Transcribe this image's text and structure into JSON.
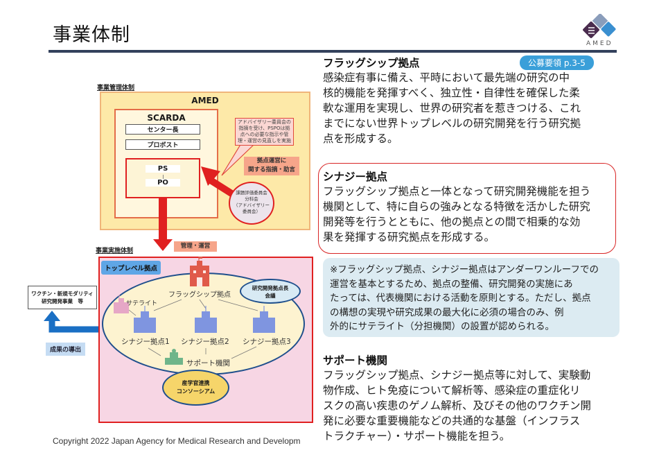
{
  "header": {
    "title": "事業体制",
    "logo_text": "AMED",
    "colors": {
      "rule": "#33415c",
      "logo_dark": "#4a2c4e",
      "logo_blue": "#3a8fd0",
      "logo_gray": "#8a9dbb"
    }
  },
  "diagram": {
    "management_label": "事業管理体制",
    "amed_label": "AMED",
    "scarda_label": "SCARDA",
    "center_director": "センター長",
    "provost": "プロボスト",
    "ps_label": "PS",
    "po_label": "PO",
    "callout_text": "アドバイザリー委員会の指摘を受け、PSPOは拠点への必要な指示や管理・運営の見直しを実施",
    "guidance_label_line1": "拠点運営に",
    "guidance_label_line2": "関する指摘・助言",
    "eval_committee_lines": [
      "課題評価委員会",
      "分科会",
      "（アドバイザリー",
      "委員会）"
    ],
    "management_ops_label": "管理・運営",
    "implementation_label": "事業実施体制",
    "top_level_label": "トップレベル拠点",
    "flagship_label": "フラッグシップ拠点",
    "meeting_lines": [
      "研究開発拠点長",
      "会議"
    ],
    "satellite_label": "サテライト",
    "synergy_nodes": [
      "シナジー拠点1",
      "シナジー拠点2",
      "シナジー拠点3"
    ],
    "support_label": "サポート機関",
    "consortium_lines": [
      "産学官連携",
      "コンソーシアム"
    ],
    "external_lines": [
      "ワクチン・新規モダリティ",
      "研究開発事業　等"
    ],
    "results_label": "成果の導出",
    "colors": {
      "red": "#e02020",
      "blue": "#1f4f8c",
      "arrow_blue": "#1a6fc4",
      "flagship": "#e05a4a",
      "synergy": "#7f95e0",
      "satellite": "#e6a7c6",
      "support": "#6fb58a"
    }
  },
  "right": {
    "badge": "公募要領 p.3-5",
    "flagship": {
      "heading": "フラッグシップ拠点",
      "lines": [
        "感染症有事に備え、平時において最先端の研究の中",
        "核的機能を発揮すべく、独立性・自律性を確保した柔",
        "軟な運用を実現し、世界の研究者を惹きつける、これ",
        "までにない世界トップレベルの研究開発を行う研究拠",
        "点を形成する。"
      ]
    },
    "synergy": {
      "heading": "シナジー拠点",
      "lines": [
        "フラッグシップ拠点と一体となって研究開発機能を担う",
        "機関として、特に自らの強みとなる特徴を活かした研究",
        "開発等を行うとともに、他の拠点との間で相乗的な効",
        "果を発揮する研究拠点を形成する。"
      ]
    },
    "note": {
      "lines": [
        "※フラッグシップ拠点、シナジー拠点はアンダーワンルーフでの",
        "運営を基本とするため、拠点の整備、研究開発の実施にあ",
        "たっては、代表機関における活動を原則とする。ただし、拠点",
        "の構想の実現や研究成果の最大化に必須の場合のみ、例",
        "外的にサテライト（分担機関）の設置が認められる。"
      ]
    },
    "support": {
      "heading": "サポート機関",
      "lines": [
        "フラッグシップ拠点、シナジー拠点等に対して、実験動",
        "物作成、ヒト免疫について解析等、感染症の重症化リ",
        "スクの高い疾患のゲノム解析、及びその他のワクチン開",
        "発に必要な重要機能などの共通的な基盤（インフラス",
        "トラクチャー）・サポート機能を担う。"
      ]
    }
  },
  "footer": {
    "copyright": "Copyright 2022 Japan Agency for Medical Research and Developm"
  }
}
